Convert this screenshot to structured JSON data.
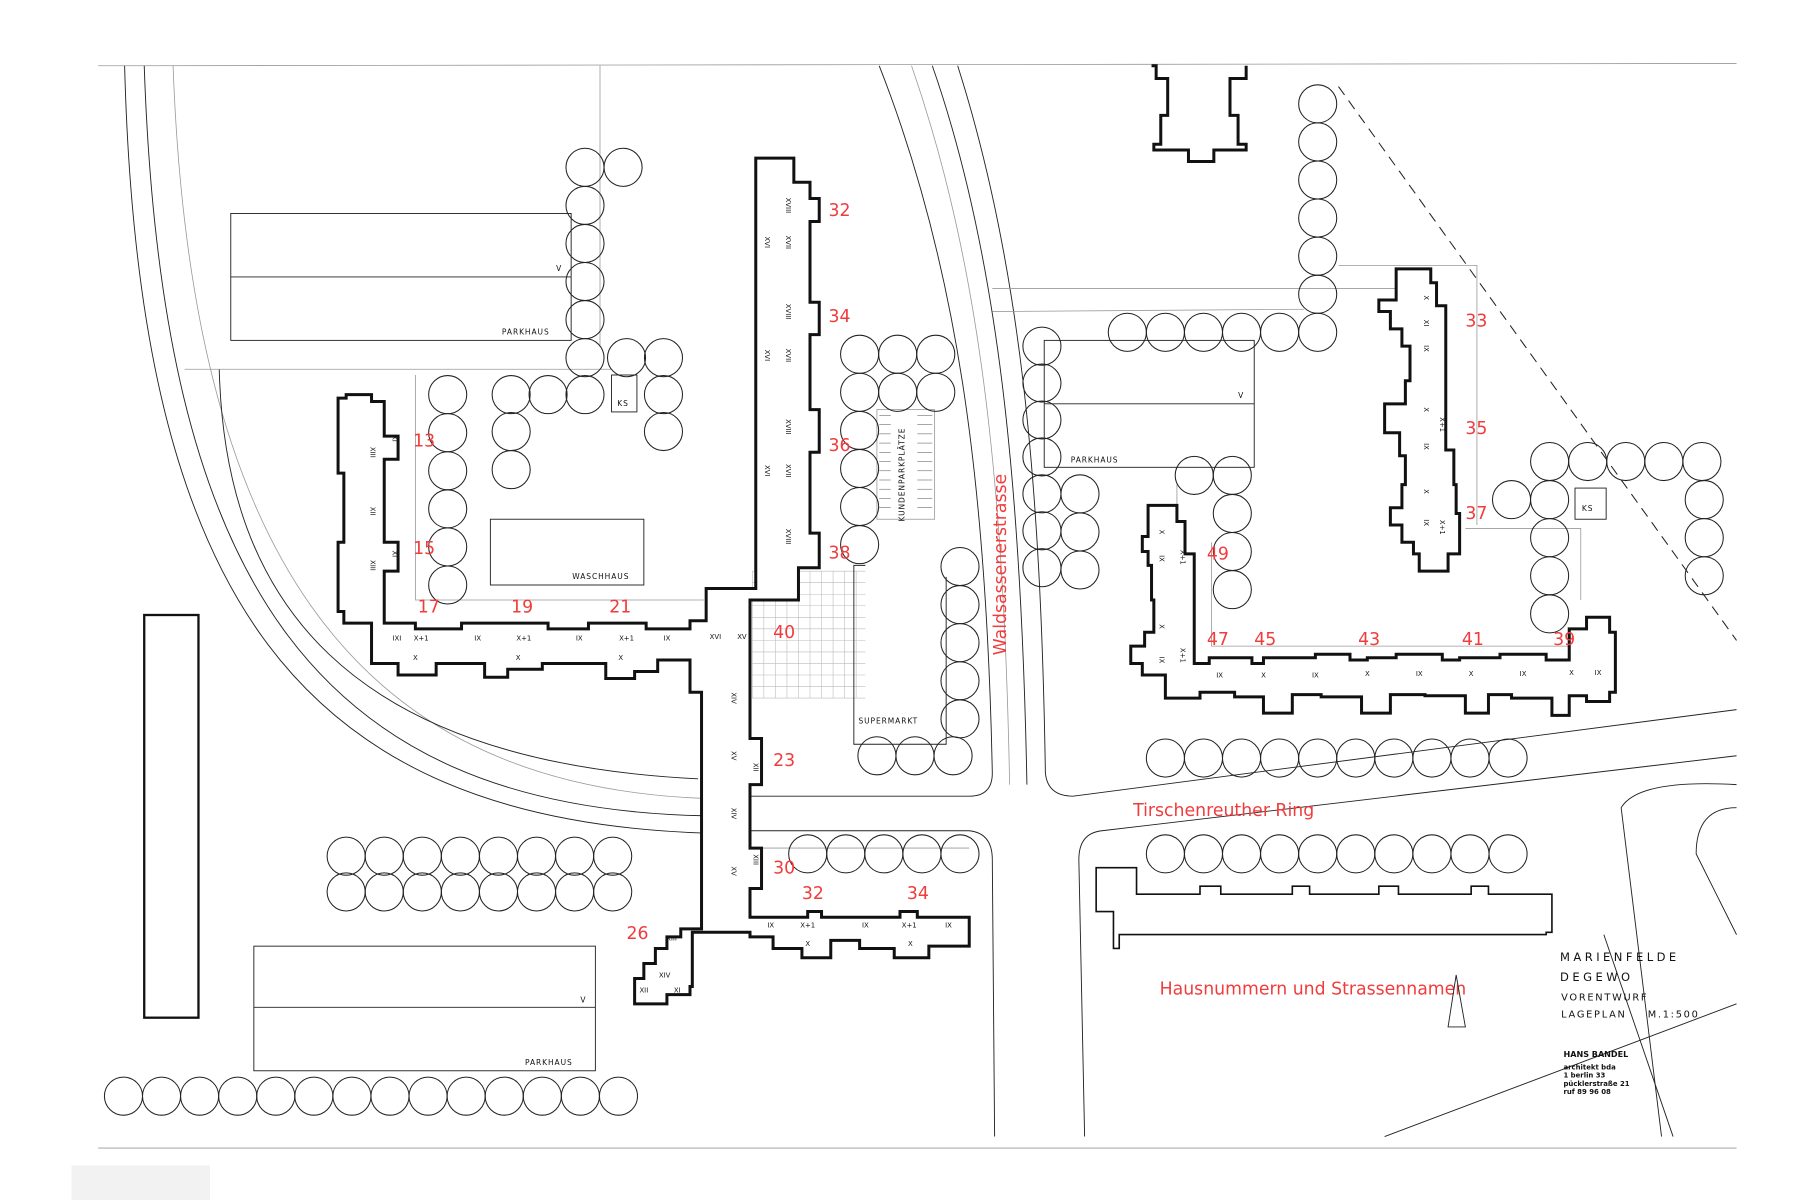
{
  "title_block": {
    "project": "MARIENFELDE",
    "client": "DEGEWO",
    "stage": "VORENTWURF",
    "plan": "LAGEPLAN",
    "scale": "M.1:500",
    "architect": "HANS BANDEL",
    "architect_lines": [
      "architekt bda",
      "1 berlin 33",
      "pücklerstraße 21",
      "ruf 89 96 08"
    ]
  },
  "streets": {
    "north_south": "Waldsassenerstrasse",
    "east_west": "Tirschenreuther Ring"
  },
  "annotation": "Hausnummern und Strassennamen",
  "facilities": {
    "parkhaus_nw": "PARKHAUS",
    "parkhaus_sw": "PARKHAUS",
    "parkhaus_e": "PARKHAUS",
    "waschhaus": "WASCHHAUS",
    "supermarkt": "SUPERMARKT",
    "kundenparkplaetze": "KUNDENPARKPLÄTZE",
    "ks_west": "KS",
    "ks_east": "KS",
    "v_nw": "V",
    "v_sw": "V",
    "v_e": "V"
  },
  "house_numbers": [
    "32",
    "34",
    "36",
    "38",
    "13",
    "15",
    "17",
    "19",
    "21",
    "40",
    "23",
    "30",
    "32",
    "34",
    "26",
    "33",
    "35",
    "37",
    "49",
    "47",
    "45",
    "43",
    "41",
    "39"
  ],
  "floor_labels": [
    "XVIII",
    "XVI",
    "XVII",
    "XVIII",
    "XVI",
    "XVII",
    "XVIII",
    "XVI",
    "XVII",
    "XVIII",
    "XIII",
    "XII",
    "XIII",
    "XI",
    "XI",
    "IXI",
    "X+1",
    "IX",
    "X+1",
    "IX",
    "X+1",
    "IX",
    "X",
    "X",
    "X",
    "XVI",
    "XV",
    "XIV",
    "XV",
    "XII",
    "XIV",
    "XV",
    "XIII",
    "XIII",
    "XIV",
    "XII",
    "XI",
    "IX",
    "X+1",
    "IX",
    "X+1",
    "IX",
    "X",
    "X",
    "X",
    "XI",
    "IX",
    "X",
    "X+1",
    "IX",
    "X",
    "IX",
    "X+1",
    "X",
    "X+1",
    "IX",
    "X",
    "IX",
    "X+1",
    "IX",
    "X",
    "IX",
    "X",
    "IX",
    "X",
    "IX",
    "X",
    "IX"
  ],
  "colors": {
    "annotation": "#f03c3c",
    "ink": "#111111"
  }
}
